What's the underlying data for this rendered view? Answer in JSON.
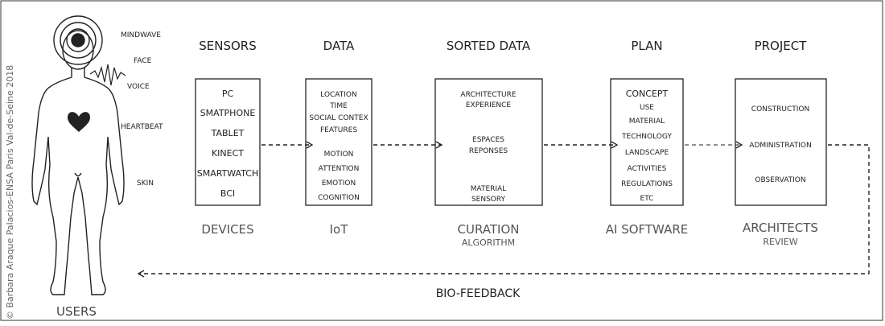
{
  "credit": "© Barbara Araque Palacios-ENSA Paris Val-de-Seine 2018",
  "users": {
    "label": "USERS",
    "signals": [
      "MINDWAVE",
      "FACE",
      "VOICE",
      "HEARTBEAT",
      "SKIN"
    ]
  },
  "stages": [
    {
      "header": "SENSORS",
      "items": [
        "PC",
        "SMATPHONE",
        "TABLET",
        "KINECT",
        "SMARTWATCH",
        "BCI"
      ],
      "footer": "DEVICES",
      "footer_sub": ""
    },
    {
      "header": "DATA",
      "items": [
        "LOCATION",
        "TIME",
        "SOCIAL CONTEX",
        "FEATURES",
        "MOTION",
        "ATTENTION",
        "EMOTION",
        "COGNITION"
      ],
      "footer": "IoT",
      "footer_sub": ""
    },
    {
      "header": "SORTED DATA",
      "items": [
        "ARCHITECTURE",
        "EXPERIENCE",
        "ESPACES",
        "REPONSES",
        "MATERIAL",
        "SENSORY"
      ],
      "footer": "CURATION",
      "footer_sub": "ALGORITHM"
    },
    {
      "header": "PLAN",
      "items": [
        "CONCEPT",
        "USE",
        "MATERIAL",
        "TECHNOLOGY",
        "LANDSCAPE",
        "ACTIVITIES",
        "REGULATIONS",
        "ETC"
      ],
      "footer": "AI SOFTWARE",
      "footer_sub": ""
    },
    {
      "header": "PROJECT",
      "items": [
        "CONSTRUCTION",
        "ADMINISTRATION",
        "OBSERVATION"
      ],
      "footer": "ARCHITECTS",
      "footer_sub": "REVIEW"
    }
  ],
  "feedback_label": "BIO-FEEDBACK"
}
